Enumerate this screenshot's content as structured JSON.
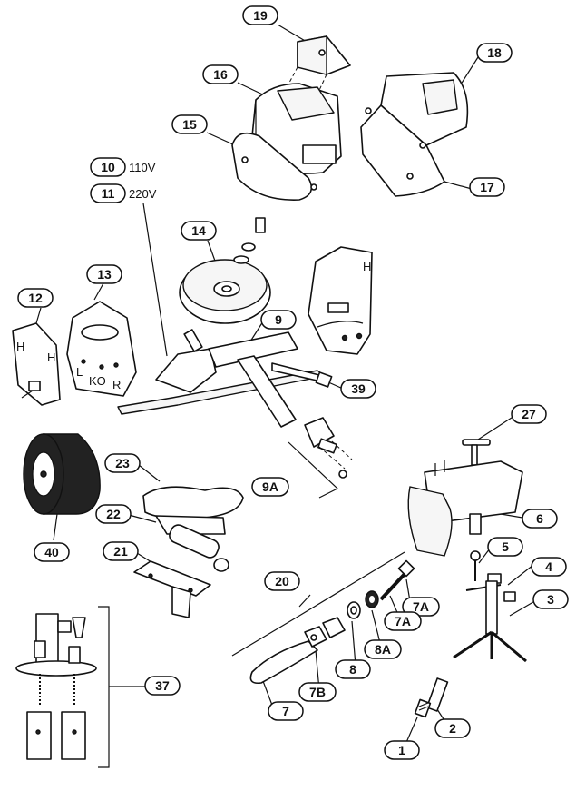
{
  "callouts": [
    {
      "id": "c19",
      "label": "19"
    },
    {
      "id": "c16",
      "label": "16"
    },
    {
      "id": "c15",
      "label": "15"
    },
    {
      "id": "c18",
      "label": "18"
    },
    {
      "id": "c17",
      "label": "17"
    },
    {
      "id": "c10",
      "label": "10"
    },
    {
      "id": "c11",
      "label": "11"
    },
    {
      "id": "c14",
      "label": "14"
    },
    {
      "id": "c13",
      "label": "13"
    },
    {
      "id": "c12",
      "label": "12"
    },
    {
      "id": "c9",
      "label": "9"
    },
    {
      "id": "c39",
      "label": "39"
    },
    {
      "id": "c27",
      "label": "27"
    },
    {
      "id": "c9A",
      "label": "9A"
    },
    {
      "id": "c23",
      "label": "23"
    },
    {
      "id": "c22",
      "label": "22"
    },
    {
      "id": "c40",
      "label": "40"
    },
    {
      "id": "c21",
      "label": "21"
    },
    {
      "id": "c6",
      "label": "6"
    },
    {
      "id": "c5",
      "label": "5"
    },
    {
      "id": "c4",
      "label": "4"
    },
    {
      "id": "c3",
      "label": "3"
    },
    {
      "id": "c20",
      "label": "20"
    },
    {
      "id": "c7A1",
      "label": "7A"
    },
    {
      "id": "c7A2",
      "label": "7A"
    },
    {
      "id": "c8A",
      "label": "8A"
    },
    {
      "id": "c8",
      "label": "8"
    },
    {
      "id": "c7B",
      "label": "7B"
    },
    {
      "id": "c7",
      "label": "7"
    },
    {
      "id": "c37",
      "label": "37"
    },
    {
      "id": "c2",
      "label": "2"
    },
    {
      "id": "c1",
      "label": "1"
    }
  ],
  "voltages": {
    "v110": "110V",
    "v220": "220V"
  },
  "plate_marks": {
    "m13a": "L",
    "m13b": "KO",
    "m13c": "R",
    "m12": "H",
    "m12b": "H",
    "mRight": "H"
  }
}
